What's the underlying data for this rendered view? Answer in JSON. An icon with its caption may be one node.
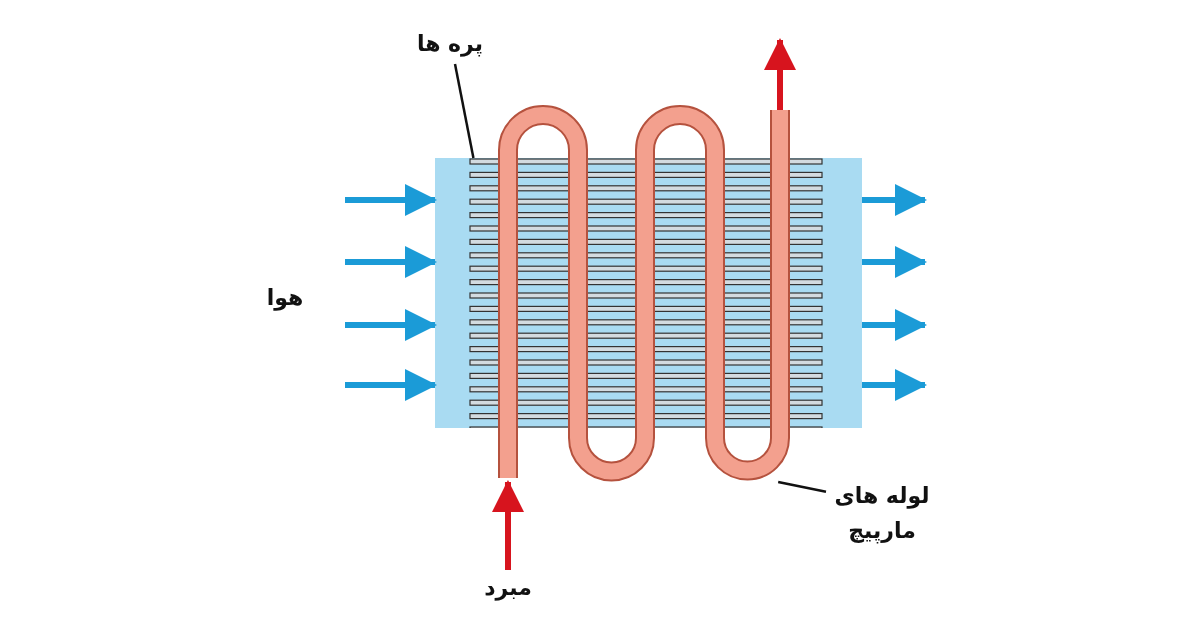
{
  "diagram": {
    "nodes": [
      {
        "text": [
          "پره ها"
        ]
      },
      {
        "text": [],
        "shape": "box"
      },
      {
        "text": [],
        "shape": "picture"
      },
      {
        "text": [
          "لوله های مارپیچ"
        ]
      },
      {
        "text": [
          "مبرد"
        ]
      }
    ],
    "edges": [
      {
        "from": 0,
        "to": 1,
        "arrow": "none",
        "color": "#111111"
      },
      {
        "from": 3,
        "to": 2,
        "arrow": "none",
        "color": "#111111"
      },
      {
        "from": 4,
        "to": 2,
        "arrow": "to",
        "color": "#d7141e"
      },
      {
        "from": 2,
        "to": null,
        "arrow": "to",
        "color": "#d7141e"
      },
      {
        "from": null,
        "to": 1,
        "arrow": "to"
      },
      {
        "from": null,
        "to": 1,
        "arrow": "to"
      },
      {
        "from": null,
        "to": 1,
        "arrow": "to"
      },
      {
        "from": null,
        "to": 1,
        "arrow": "to"
      },
      {
        "from": 1,
        "to": null,
        "arrow": "to"
      },
      {
        "from": 1,
        "to": null,
        "arrow": "to"
      },
      {
        "from": 1,
        "to": null,
        "arrow": "to"
      },
      {
        "from": 1,
        "to": null,
        "arrow": "to"
      }
    ],
    "labels": [
      "هوا"
    ]
  }
}
